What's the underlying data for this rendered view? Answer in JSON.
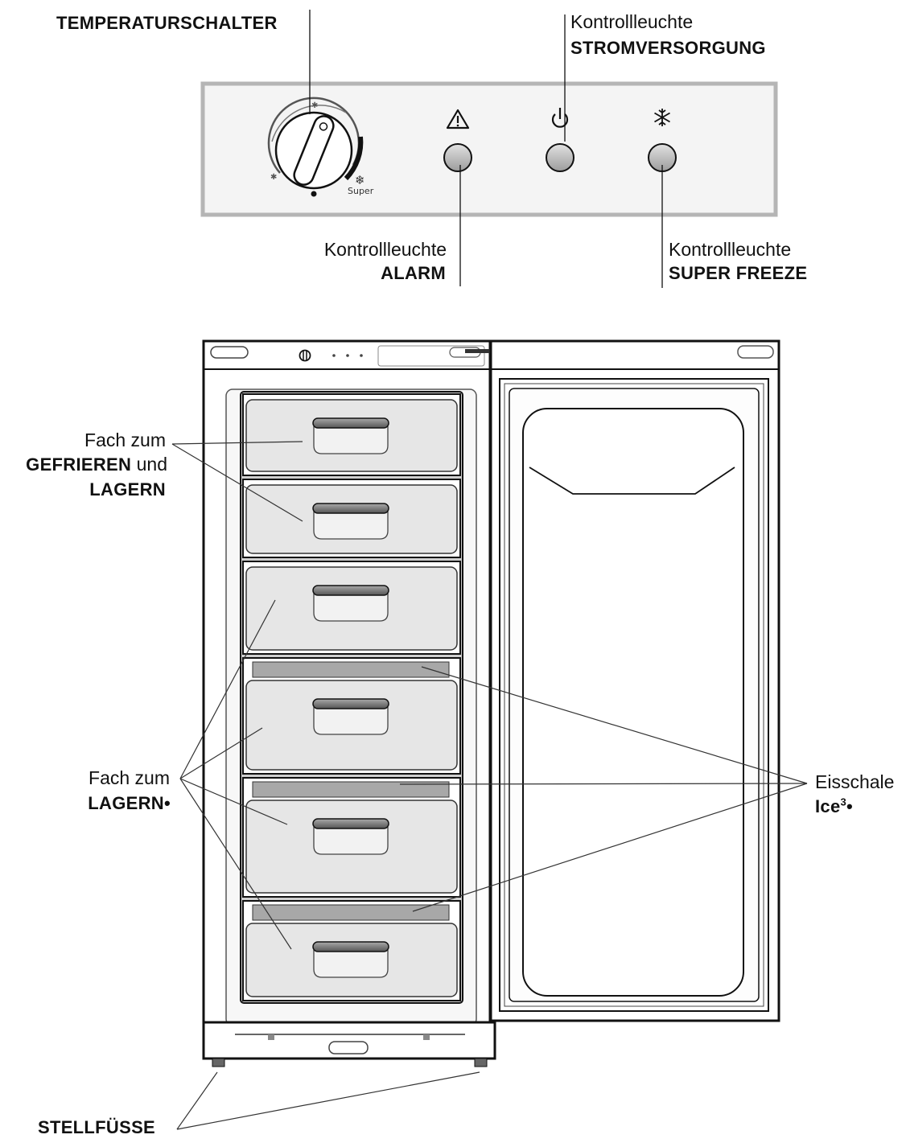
{
  "control_panel": {
    "temperature_switch": {
      "title": "TEMPERATURSCHALTER",
      "super_label": "Super"
    },
    "power_indicator": {
      "line1": "Kontrollleuchte",
      "line2": "STROMVERSORGUNG"
    },
    "alarm_indicator": {
      "line1": "Kontrollleuchte",
      "line2": "ALARM"
    },
    "super_freeze_indicator": {
      "line1": "Kontrollleuchte",
      "line2": "SUPER FREEZE"
    },
    "icons": [
      "warning-triangle-icon",
      "power-icon",
      "snowflake-icon"
    ]
  },
  "freezer": {
    "freeze_store_compartment": {
      "line1": "Fach zum",
      "line2_bold": "GEFRIEREN",
      "line2_rest": " und",
      "line3": "LAGERN"
    },
    "store_compartment": {
      "line1": "Fach zum",
      "line2": "LAGERN•"
    },
    "ice_tray": {
      "line1": "Eisschale",
      "line2_main": "Ice",
      "line2_sup": "3",
      "line2_suffix": "•"
    },
    "adjustable_feet": {
      "label": "STELLFÜSSE"
    },
    "drawer_count": 6
  },
  "colors": {
    "ink": "#111111",
    "panel_border": "#b5b5b5",
    "drawer_fill": "#e6e6e6",
    "lamp_fill": "#c4c4c4"
  }
}
